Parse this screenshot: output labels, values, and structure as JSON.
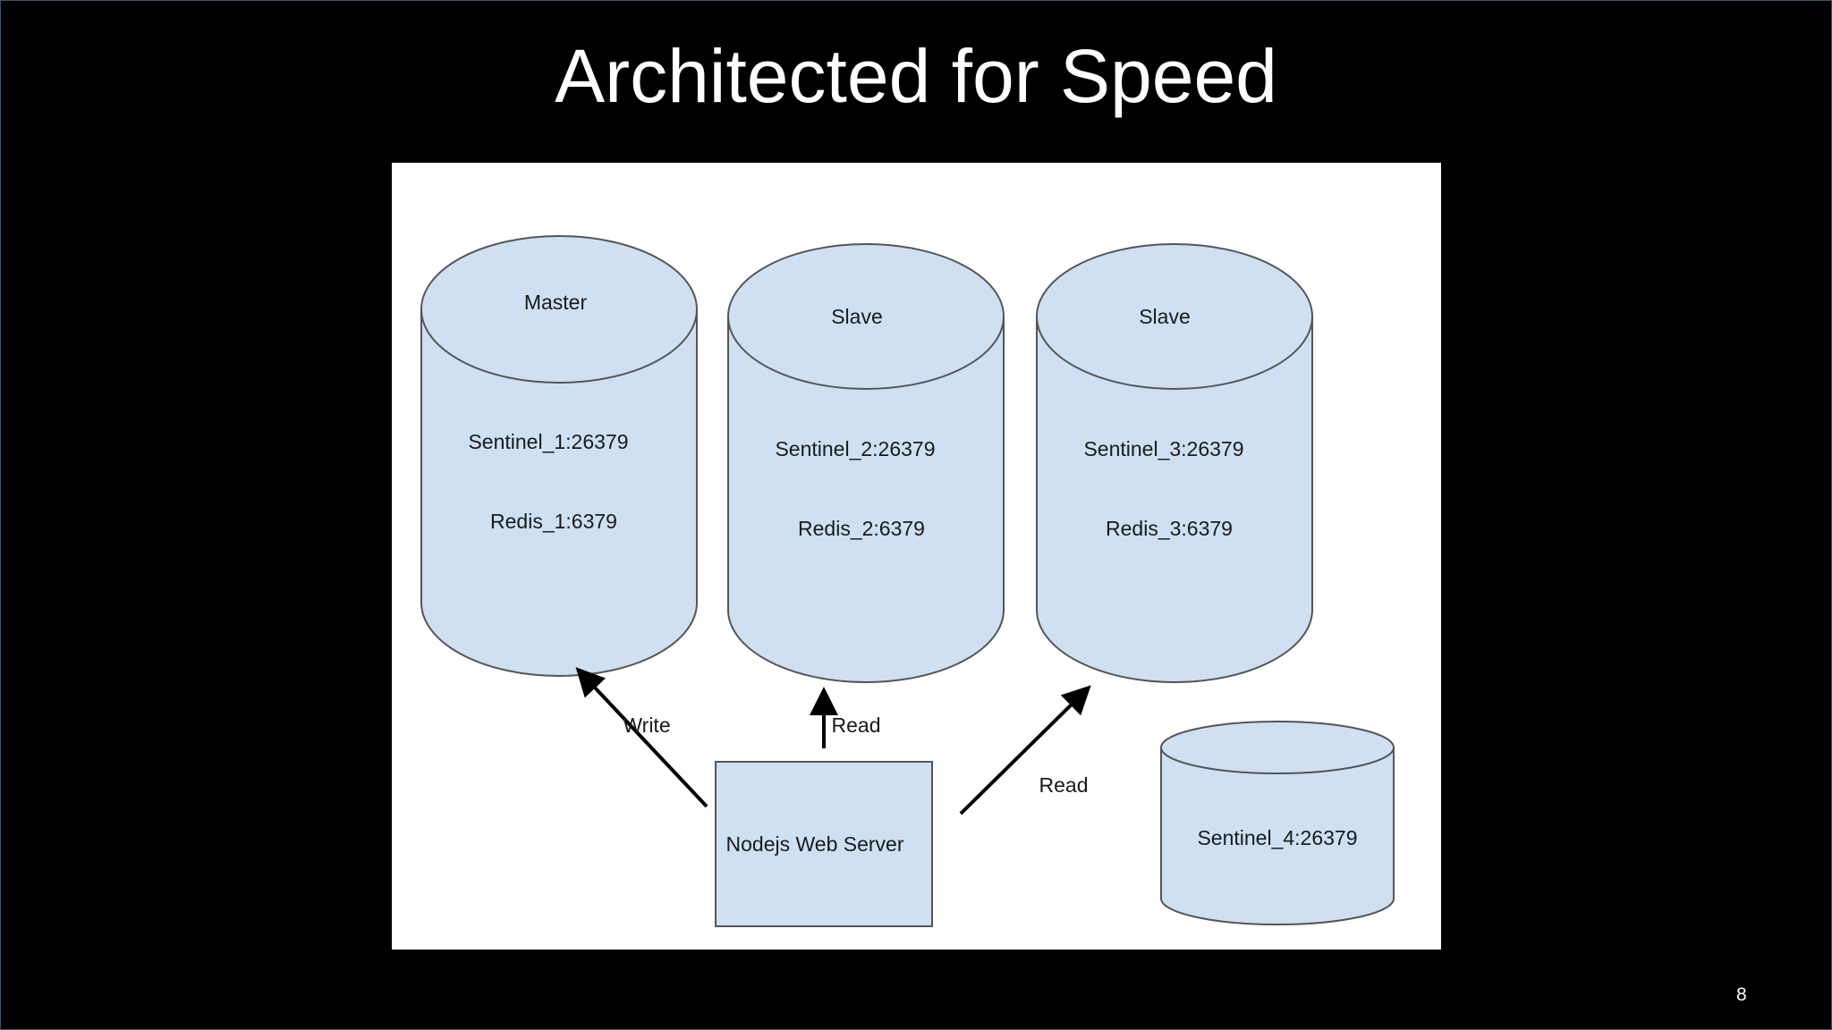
{
  "slide": {
    "title": "Architected for Speed",
    "page_number": "8"
  },
  "diagram": {
    "colors": {
      "node_fill": "#cfe0f3",
      "node_stroke": "#555555",
      "arrow": "#000000",
      "panel": "#ffffff",
      "background": "#000000"
    },
    "nodes": [
      {
        "id": "master",
        "shape": "cylinder",
        "role": "Master",
        "lines": [
          "Sentinel_1:26379",
          "Redis_1:6379"
        ]
      },
      {
        "id": "slave1",
        "shape": "cylinder",
        "role": "Slave",
        "lines": [
          "Sentinel_2:26379",
          "Redis_2:6379"
        ]
      },
      {
        "id": "slave2",
        "shape": "cylinder",
        "role": "Slave",
        "lines": [
          "Sentinel_3:26379",
          "Redis_3:6379"
        ]
      },
      {
        "id": "sentinel4",
        "shape": "cylinder",
        "role": "",
        "lines": [
          "Sentinel_4:26379"
        ]
      },
      {
        "id": "webserver",
        "shape": "rectangle",
        "label": "Nodejs Web Server"
      }
    ],
    "edges": [
      {
        "from": "webserver",
        "to": "master",
        "label": "Write"
      },
      {
        "from": "webserver",
        "to": "slave1",
        "label": "Read"
      },
      {
        "from": "webserver",
        "to": "slave2",
        "label": "Read"
      }
    ]
  }
}
